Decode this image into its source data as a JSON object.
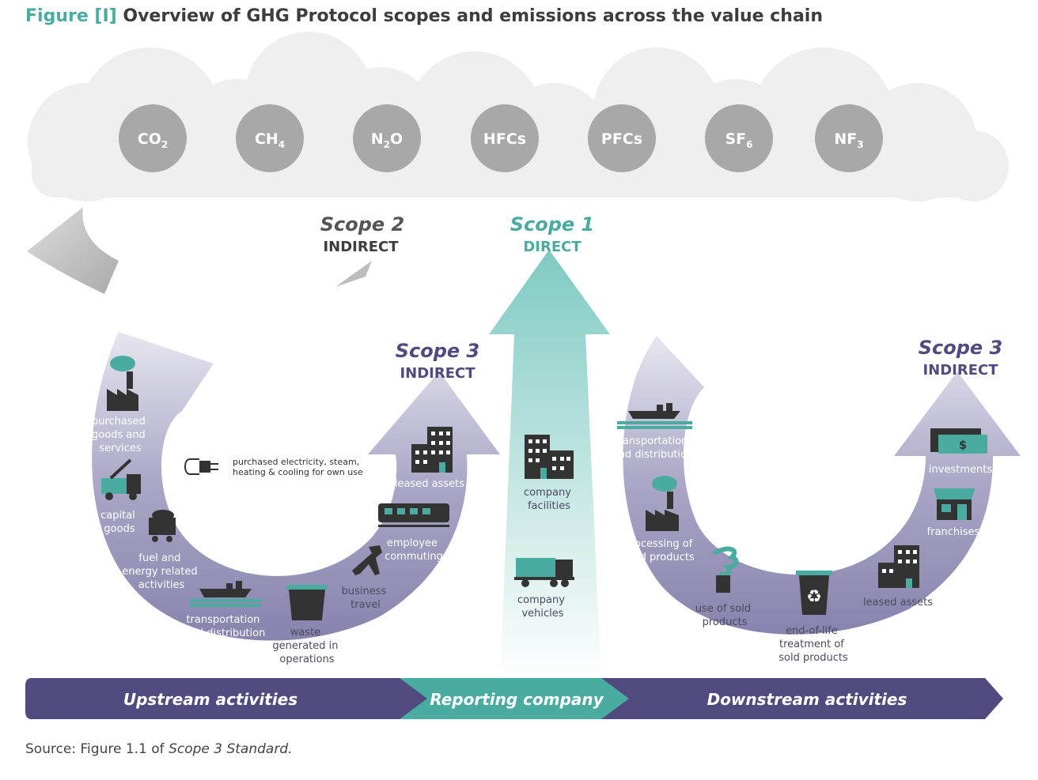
{
  "figure": {
    "label": "Figure [I]",
    "title": "Overview of GHG Protocol scopes and emissions across the value chain"
  },
  "gases": [
    {
      "base": "CO",
      "sub": "2"
    },
    {
      "base": "CH",
      "sub": "4"
    },
    {
      "base": "N",
      "sub": "2",
      "tail": "O"
    },
    {
      "base": "HFCs",
      "sub": ""
    },
    {
      "base": "PFCs",
      "sub": ""
    },
    {
      "base": "SF",
      "sub": "6"
    },
    {
      "base": "NF",
      "sub": "3"
    }
  ],
  "scopes": {
    "scope2": {
      "title": "Scope 2",
      "sub": "INDIRECT"
    },
    "scope1": {
      "title": "Scope 1",
      "sub": "DIRECT"
    },
    "scope3_up": {
      "title": "Scope 3",
      "sub": "INDIRECT"
    },
    "scope3_down": {
      "title": "Scope 3",
      "sub": "INDIRECT"
    }
  },
  "upstream": {
    "purchased_goods": [
      "purchased",
      "goods and",
      "services"
    ],
    "capital_goods": [
      "capital",
      "goods"
    ],
    "fuel_energy": [
      "fuel and",
      "energy related",
      "activities"
    ],
    "transport": [
      "transportation",
      "and distribution"
    ],
    "waste": [
      "waste",
      "generated in",
      "operations"
    ],
    "business_travel": [
      "business",
      "travel"
    ],
    "employee_commuting": [
      "employee",
      "commuting"
    ],
    "leased_assets": [
      "leased assets"
    ],
    "electricity": [
      "purchased electricity, steam,",
      "heating & cooling for own use"
    ]
  },
  "company": {
    "facilities": [
      "company",
      "facilities"
    ],
    "vehicles": [
      "company",
      "vehicles"
    ]
  },
  "downstream": {
    "transport": [
      "transportation",
      "and distribution"
    ],
    "processing": [
      "processing of",
      "sold products"
    ],
    "use": [
      "use of sold",
      "products"
    ],
    "end_of_life": [
      "end-of-life",
      "treatment of",
      "sold products"
    ],
    "leased_assets": [
      "leased assets"
    ],
    "franchises": [
      "franchises"
    ],
    "investments": [
      "investments"
    ]
  },
  "bands": {
    "upstream": "Upstream activities",
    "reporting": "Reporting company",
    "downstream": "Downstream activities"
  },
  "source": {
    "prefix": "Source: Figure 1.1 of ",
    "title": "Scope 3 Standard."
  },
  "colors": {
    "teal": "#4aaca0",
    "purple": "#8783ad",
    "dark_purple": "#514a7e",
    "cloud": "#eeeeee",
    "gas_circle": "#a8a8a8",
    "icon_dark": "#333333",
    "scope2_grey": "#555555"
  }
}
